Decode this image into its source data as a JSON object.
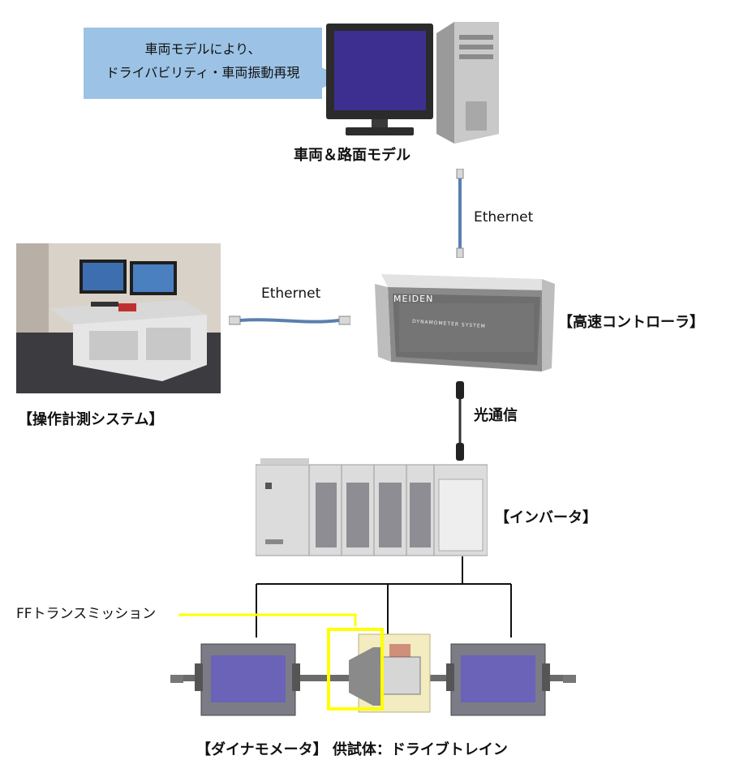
{
  "callout": {
    "line1": "車両モデルにより、",
    "line2": "ドライバビリティ・車両振動再現"
  },
  "labels": {
    "vehicle_model": "車両＆路面モデル",
    "ethernet_top": "Ethernet",
    "ethernet_left": "Ethernet",
    "controller": "【高速コントローラ】",
    "operation_system": "【操作計測システム】",
    "optical": "光通信",
    "inverter": "【インバータ】",
    "ff_transmission": "FFトランスミッション",
    "bottom": "【ダイナモメータ】 供試体：ドライブトレイン"
  },
  "controller_panel": {
    "brand": "MEIDEN",
    "model": "DYNAMOMETER SYSTEM"
  },
  "colors": {
    "callout_bg": "#9cc3e5",
    "highlight": "#ffff00",
    "cable": "#5a7fb0"
  }
}
